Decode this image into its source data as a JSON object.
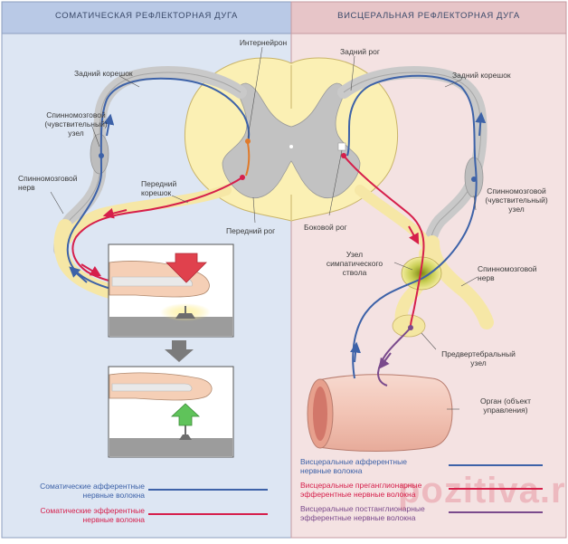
{
  "headers": {
    "left": "СОМАТИЧЕСКАЯ РЕФЛЕКТОРНАЯ ДУГА",
    "right": "ВИСЦЕРАЛЬНАЯ РЕФЛЕКТОРНАЯ ДУГА"
  },
  "labels": {
    "interneuron": "Интернейрон",
    "dorsal_horn": "Задний рог",
    "dorsal_root_left": "Задний корешок",
    "dorsal_root_right": "Задний корешок",
    "spinal_ganglion_left": "Спинномозговой\n(чувствительный)\nузел",
    "spinal_nerve_left": "Спинномозговой\nнерв",
    "anterior_root": "Передний\nкорешок",
    "anterior_horn": "Передний рог",
    "lateral_horn": "Боковой рог",
    "sympathetic_ganglion": "Узел\nсимпатического\nствола",
    "spinal_ganglion_right": "Спинномозговой\n(чувствительный)\nузел",
    "spinal_nerve_right": "Спинномозговой\nнерв",
    "prevertebral_ganglion": "Предвертебральный\nузел",
    "organ": "Орган (объект\nуправления)"
  },
  "legend": {
    "somatic_afferent": "Соматические афферентные\nнервные волокна",
    "somatic_efferent": "Соматические эфферентные\nнервные волокна",
    "visceral_afferent": "Висцеральные афферентные\nнервные волокна",
    "visceral_preganglionic": "Висцеральные преганглионарные\nэфферентные нервные волокна",
    "visceral_postganglionic": "Висцеральные постганглионарные\nэфферентные нервные волокна"
  },
  "watermark": "pozitiva.ru",
  "colors": {
    "left_panel": "#dde6f3",
    "right_panel": "#f4e2e2",
    "header_left": "#b9c9e6",
    "header_right": "#e7c5c8",
    "white_matter": "#fbf0b4",
    "gray_matter": "#c2c2c2",
    "afferent": "#3d62a8",
    "efferent": "#d61f4b",
    "postganglionic": "#7a4a8c",
    "interneuron": "#e07a2a"
  }
}
